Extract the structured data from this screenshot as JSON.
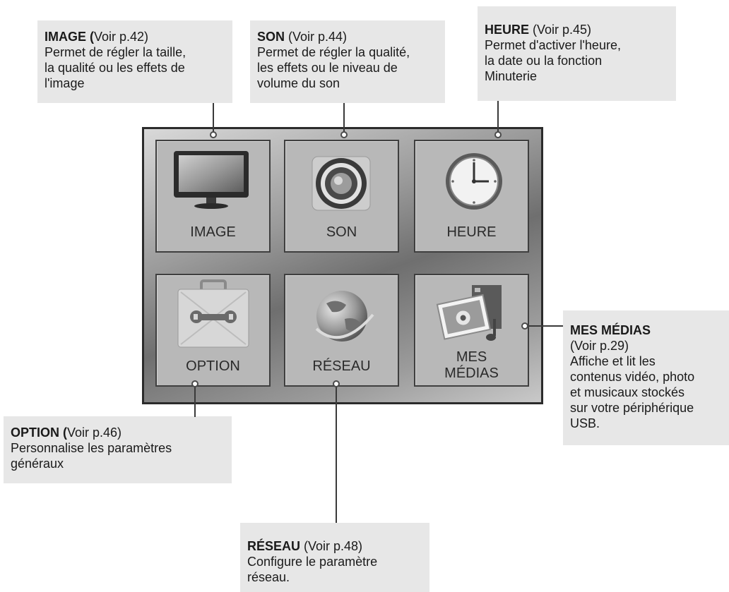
{
  "callouts": {
    "image": {
      "title": "IMAGE (",
      "ref": "Voir p.42)",
      "lines": [
        "Permet de régler la taille,",
        "la qualité ou les effets de",
        "l'image"
      ]
    },
    "son": {
      "title": "SON",
      "ref": " (Voir p.44)",
      "lines": [
        "Permet de régler la qualité,",
        "les effets ou le niveau de",
        "volume du son"
      ]
    },
    "heure": {
      "title": "HEURE",
      "ref": " (Voir p.45)",
      "lines": [
        "Permet d'activer l'heure,",
        "la date ou la fonction",
        "Minuterie"
      ]
    },
    "medias": {
      "title": "MES MÉDIAS",
      "ref": "(Voir p.29)",
      "lines": [
        "Affiche et lit les",
        "contenus vidéo, photo",
        "et musicaux stockés",
        "sur votre périphérique",
        "USB."
      ]
    },
    "option": {
      "title": "OPTION (",
      "ref": "Voir p.46)",
      "lines": [
        "Personnalise les paramètres",
        "généraux"
      ]
    },
    "reseau": {
      "title": "RÉSEAU",
      "ref": " (Voir p.48)",
      "lines": [
        "Configure le paramètre",
        "réseau."
      ]
    }
  },
  "menu": {
    "tiles": [
      {
        "label": "IMAGE",
        "icon": "tv-monitor-icon"
      },
      {
        "label": "SON",
        "icon": "speaker-icon"
      },
      {
        "label": "HEURE",
        "icon": "clock-icon"
      },
      {
        "label": "OPTION",
        "icon": "toolbox-icon"
      },
      {
        "label": "RÉSEAU",
        "icon": "globe-icon"
      },
      {
        "label_line1": "MES",
        "label_line2": "MÉDIAS",
        "icon": "media-collage-icon"
      }
    ]
  }
}
